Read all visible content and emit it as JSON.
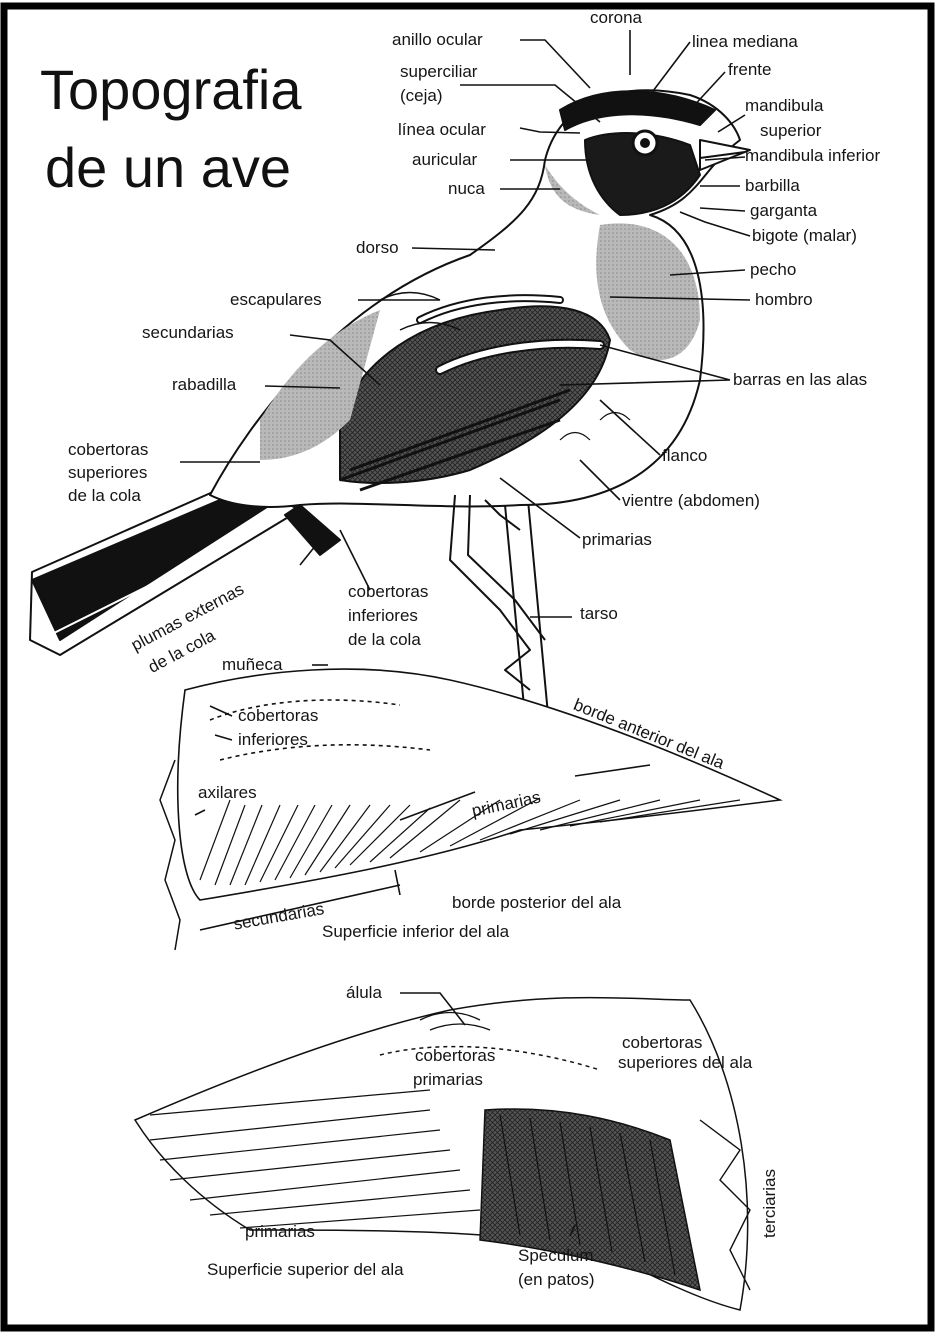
{
  "title": {
    "line1": "Topografia",
    "line2": "de un ave"
  },
  "bird_labels": {
    "corona": "corona",
    "anillo_ocular": "anillo ocular",
    "linea_mediana": "linea mediana",
    "frente": "frente",
    "superciliar_1": "superciliar",
    "superciliar_2": "(ceja)",
    "mandibula_superior_1": "mandibula",
    "mandibula_superior_2": "superior",
    "linea_ocular": "línea ocular",
    "mandibula_inferior": "mandibula inferior",
    "auricular": "auricular",
    "barbilla": "barbilla",
    "nuca": "nuca",
    "garganta": "garganta",
    "bigote": "bigote (malar)",
    "dorso": "dorso",
    "pecho": "pecho",
    "escapulares": "escapulares",
    "hombro": "hombro",
    "secundarias": "secundarias",
    "rabadilla": "rabadilla",
    "barras_alas": "barras en las alas",
    "cob_sup_cola_1": "cobertoras",
    "cob_sup_cola_2": "superiores",
    "cob_sup_cola_3": "de la cola",
    "flanco": "flanco",
    "vientre": "vientre (abdomen)",
    "primarias": "primarias",
    "plumas_ext_1": "plumas externas",
    "plumas_ext_2": "de la cola",
    "cob_inf_cola_1": "cobertoras",
    "cob_inf_cola_2": "inferiores",
    "cob_inf_cola_3": "de la cola",
    "tarso": "tarso"
  },
  "underwing_labels": {
    "muneca": "muñeca",
    "cobertoras_inf_1": "cobertoras",
    "cobertoras_inf_2": "inferiores",
    "borde_anterior": "borde anterior del ala",
    "axilares": "axilares",
    "primarias": "primarias",
    "secundarias": "secundarias",
    "borde_posterior": "borde  posterior del ala",
    "caption": "Superficie inferior del ala"
  },
  "upperwing_labels": {
    "alula": "álula",
    "cob_primarias_1": "cobertoras",
    "cob_primarias_2": "primarias",
    "cob_superiores_1": "cobertoras",
    "cob_superiores_2": "superiores del ala",
    "terciarias": "terciarias",
    "primarias": "primarias",
    "speculum_1": "Spèculum",
    "speculum_2": "(en patos)",
    "caption": "Superficie superior del ala"
  },
  "colors": {
    "frame": "#000000",
    "ink": "#111111",
    "shade_dark": "#4a4a4a",
    "shade_mid": "#8c8c8c",
    "shade_light": "#c4c4c4",
    "background": "#ffffff"
  }
}
